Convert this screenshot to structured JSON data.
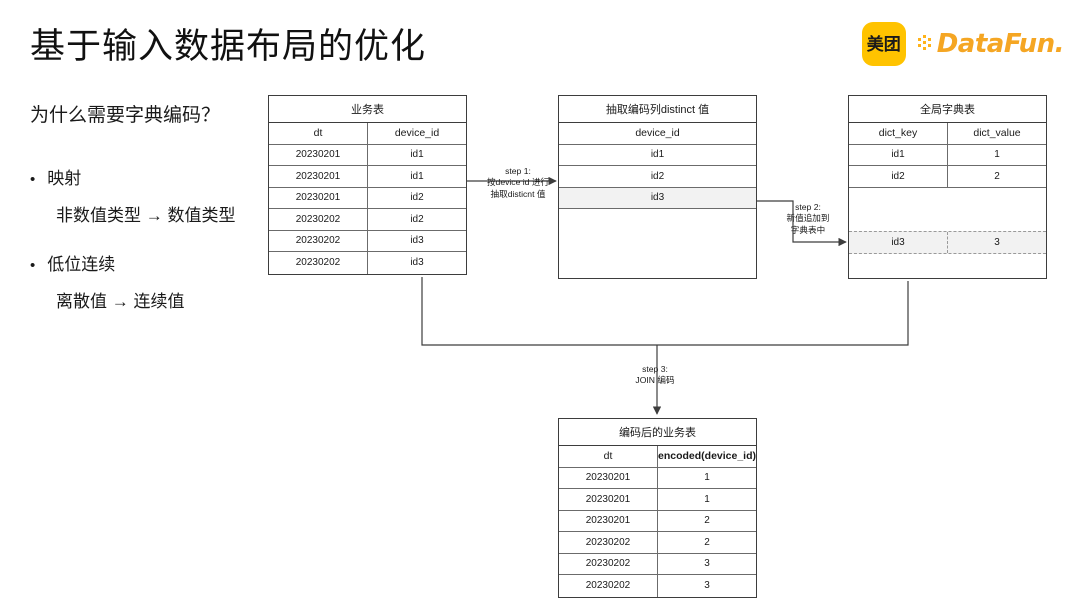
{
  "slide": {
    "title": "基于输入数据布局的优化",
    "lead_question": "为什么需要字典编码？"
  },
  "logos": {
    "meituan": "美团",
    "datafun": "DataFun.",
    "meituan_bg": "#FFC300",
    "datafun_color": "#F5A623"
  },
  "bullets": [
    {
      "dot": "•",
      "head": "映射",
      "sub": "非数值类型 → 数值类型"
    },
    {
      "dot": "•",
      "head": "低位连续",
      "sub": "离散值 → 连续值"
    }
  ],
  "tables": {
    "business": {
      "title": "业务表",
      "columns": [
        "dt",
        "device_id"
      ],
      "rows": [
        [
          "20230201",
          "id1"
        ],
        [
          "20230201",
          "id1"
        ],
        [
          "20230201",
          "id2"
        ],
        [
          "20230202",
          "id2"
        ],
        [
          "20230202",
          "id3"
        ],
        [
          "20230202",
          "id3"
        ]
      ]
    },
    "distinct": {
      "title": "抽取编码列distinct 值",
      "columns": [
        "device_id"
      ],
      "rows": [
        [
          "id1"
        ],
        [
          "id2"
        ],
        [
          "id3"
        ]
      ],
      "highlight_row_index": 2
    },
    "dict": {
      "title": "全局字典表",
      "columns": [
        "dict_key",
        "dict_value"
      ],
      "rows": [
        [
          "id1",
          "1"
        ],
        [
          "id2",
          "2"
        ]
      ],
      "appended_row": [
        "id3",
        "3"
      ]
    },
    "encoded": {
      "title": "编码后的业务表",
      "columns": [
        "dt",
        "encoded(device_id)"
      ],
      "rows": [
        [
          "20230201",
          "1"
        ],
        [
          "20230201",
          "1"
        ],
        [
          "20230201",
          "2"
        ],
        [
          "20230202",
          "2"
        ],
        [
          "20230202",
          "3"
        ],
        [
          "20230202",
          "3"
        ]
      ]
    }
  },
  "steps": {
    "step1": {
      "line1": "step 1:",
      "line2": "按device id 进行",
      "line3": "抽取disticnt 值"
    },
    "step2": {
      "line1": "step 2:",
      "line2": "新值追加到",
      "line3": "字典表中"
    },
    "step3": {
      "line1": "step 3:",
      "line2": "JOIN 编码"
    }
  }
}
